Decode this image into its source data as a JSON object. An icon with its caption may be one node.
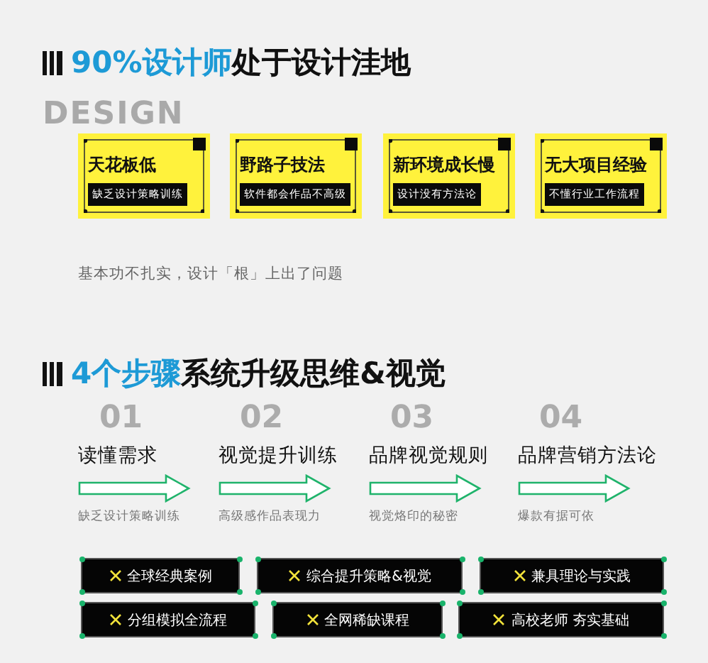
{
  "diagram": {
    "title": "90%设计师处于设计洼地",
    "nodes": [
      {
        "text": [
          "天花板低",
          "缺乏设计策略训练"
        ]
      },
      {
        "text": [
          "野路子技法",
          "软件都会作品不高级"
        ]
      },
      {
        "text": [
          "新环境成长慢",
          "设计没有方法论"
        ]
      },
      {
        "text": [
          "无大项目经验",
          "不懂行业工作流程"
        ]
      },
      {
        "text": [
          "全球经典案例"
        ]
      },
      {
        "text": [
          "综合提升策略&视觉"
        ]
      },
      {
        "text": [
          "兼具理论与实践"
        ]
      },
      {
        "text": [
          "分组模拟全流程"
        ]
      },
      {
        "text": [
          "全网稀缺课程"
        ]
      },
      {
        "text": [
          "高校老师 夯实基础"
        ]
      }
    ],
    "labels": [
      "DESIGN",
      "基本功不扎实，设计「根」上出了问题",
      "4个步骤系统升级思维&视觉",
      "01",
      "02",
      "03",
      "04",
      "读懂需求",
      "视觉提升训练",
      "品牌视觉规则",
      "品牌营销方法论",
      "缺乏设计策略训练",
      "高级感作品表现力",
      "视觉烙印的秘密",
      "爆款有据可依"
    ]
  }
}
